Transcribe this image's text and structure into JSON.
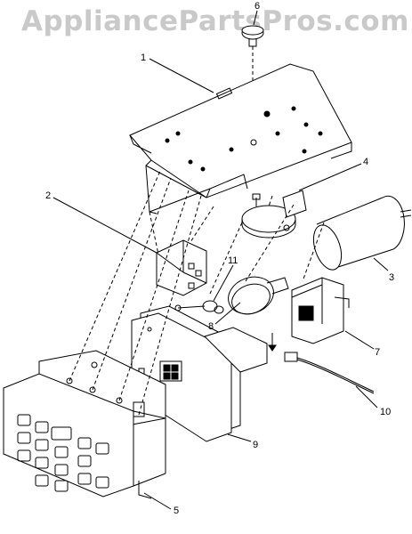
{
  "watermark": {
    "text": "AppliancePartsPros.com"
  },
  "callouts": {
    "c1": "1",
    "c2": "2",
    "c3": "3",
    "c4": "4",
    "c5": "5",
    "c6": "6",
    "c7": "7",
    "c8": "8",
    "c9": "9",
    "c10": "10",
    "c11": "11"
  }
}
